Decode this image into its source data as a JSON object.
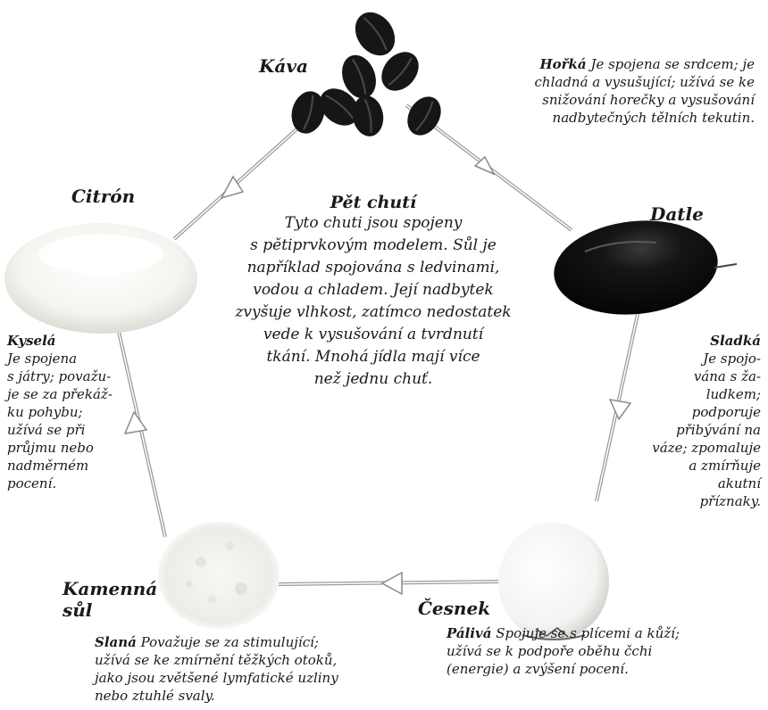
{
  "center": {
    "title": "Pět chutí",
    "lines": [
      "Tyto chuti jsou spojeny",
      "s pětiprvkovým modelem. Sůl je",
      "například spojována s ledvinami,",
      "vodou a chladem. Její nadbytek",
      "zvyšuje vlhkost, zatímco nedostatek",
      "vede k vysušování a tvrdnutí",
      "tkání. Mnohá jídla mají více",
      "než jednu chuť."
    ]
  },
  "foods": {
    "kava": "Káva",
    "citron": "Citrón",
    "datle": "Datle",
    "cesnek": "Česnek",
    "sul_line1": "Kamenná",
    "sul_line2": "sůl"
  },
  "tastes": {
    "horka": {
      "name": "Hořká",
      "lines": [
        "Je spojena se srdcem; je",
        "chladná a vysušující; užívá se ke",
        "snižování horečky a vysušování",
        "nadbytečných tělních tekutin."
      ]
    },
    "kysela": {
      "name": "Kyselá",
      "lines": [
        "Je spojena",
        "s játry; považu-",
        "je se za překáž-",
        "ku pohybu;",
        "užívá se při",
        "průjmu nebo",
        "nadměrném",
        "pocení."
      ]
    },
    "sladka": {
      "name": "Sladká",
      "lines": [
        "Je spojo-",
        "vána s ža-",
        "ludkem;",
        "podporuje",
        "přibývání na",
        "váze; zpomaluje",
        "a zmírňuje",
        "akutní",
        "příznaky."
      ]
    },
    "slana": {
      "name": "Slaná",
      "lines": [
        "Považuje se za stimulující;",
        "užívá se ke zmírnění těžkých otoků,",
        "jako jsou zvětšené lymfatické uzliny",
        "nebo ztuhlé svaly."
      ]
    },
    "paliva": {
      "name": "Pálivá",
      "lines": [
        "Spojuje se s plícemi a kůží;",
        "užívá se k podpoře oběhu čchi",
        "(energie) a zvýšení pocení."
      ]
    }
  },
  "colors": {
    "bean": "#161616",
    "date": "#121212",
    "arrow": "#9a9a9a"
  }
}
